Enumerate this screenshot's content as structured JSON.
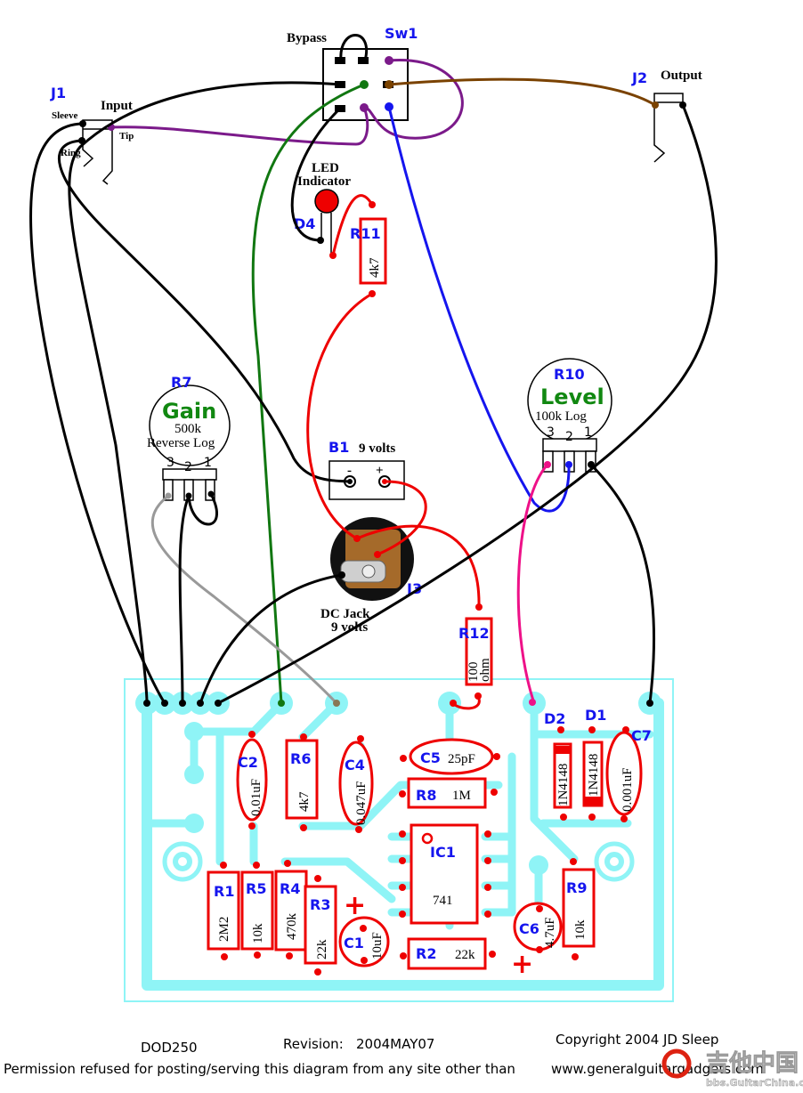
{
  "title": "DOD250",
  "revision_label": "Revision:",
  "revision": "2004MAY07",
  "copyright": "Copyright 2004   JD Sleep",
  "permission_notice": "Permission refused for posting/serving this diagram from any site other than",
  "website": "www.generalguitargadgets.com",
  "watermark": {
    "chinese": "吉他中国",
    "url": "bbs.GuitarChina.com"
  },
  "colors": {
    "pcb_trace": "#8ff4f6",
    "component_outline": "#ee0000",
    "designator": "#1515ee",
    "pot_title": "#118811"
  },
  "offboard": {
    "switch": {
      "designator": "Sw1",
      "label": "Bypass"
    },
    "input_jack": {
      "designator": "J1",
      "label": "Input",
      "sleeve": "Sleeve",
      "ring": "Ring",
      "tip": "Tip"
    },
    "output_jack": {
      "designator": "J2",
      "label": "Output"
    },
    "led": {
      "designator": "D4",
      "label_line1": "LED",
      "label_line2": "Indicator"
    },
    "r11": {
      "designator": "R11",
      "value": "4k7"
    },
    "gain_pot": {
      "designator": "R7",
      "name": "Gain",
      "value": "500k",
      "taper": "Reverse Log",
      "pins": [
        "3",
        "2",
        "1"
      ]
    },
    "level_pot": {
      "designator": "R10",
      "name": "Level",
      "value": "100k Log",
      "pins": [
        "3",
        "2",
        "1"
      ]
    },
    "battery": {
      "designator": "B1",
      "label": "9 volts",
      "neg": "-",
      "pos": "+"
    },
    "dc_jack": {
      "designator": "J3",
      "label_line1": "DC Jack",
      "label_line2": "9 volts"
    },
    "r12": {
      "designator": "R12",
      "value_line1": "100",
      "value_line2": "ohm"
    }
  },
  "board": {
    "components": [
      {
        "designator": "C2",
        "value": "0.01uF"
      },
      {
        "designator": "R6",
        "value": "4k7"
      },
      {
        "designator": "C4",
        "value": "0.047uF"
      },
      {
        "designator": "C5",
        "value": "25pF"
      },
      {
        "designator": "R8",
        "value": "1M"
      },
      {
        "designator": "IC1",
        "value": "741"
      },
      {
        "designator": "D2",
        "value": "1N4148"
      },
      {
        "designator": "D1",
        "value": "1N4148"
      },
      {
        "designator": "C7",
        "value": "0.001uF"
      },
      {
        "designator": "R1",
        "value": "2M2"
      },
      {
        "designator": "R5",
        "value": "10k"
      },
      {
        "designator": "R4",
        "value": "470k"
      },
      {
        "designator": "R3",
        "value": "22k"
      },
      {
        "designator": "C1",
        "value": "10uF"
      },
      {
        "designator": "R2",
        "value": "22k"
      },
      {
        "designator": "C6",
        "value": "4.7uF"
      },
      {
        "designator": "R9",
        "value": "10k"
      }
    ],
    "polarity_marks": [
      "+",
      "+"
    ]
  }
}
